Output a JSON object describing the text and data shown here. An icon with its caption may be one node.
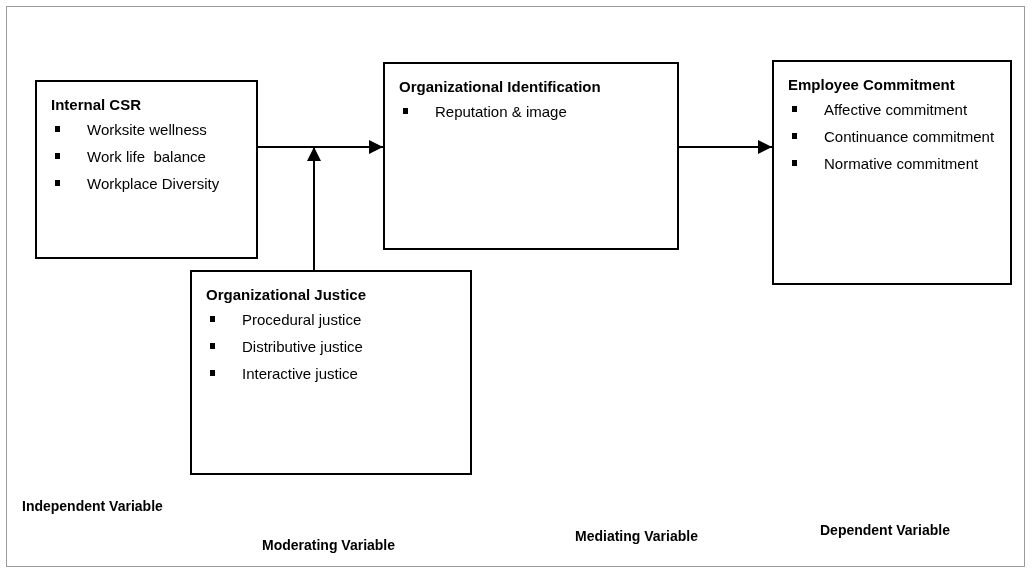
{
  "diagram": {
    "nodes": [
      {
        "text": [
          "Internal CSR",
          "Worksite wellness",
          "Work life  balance",
          "Workplace Diversity"
        ]
      },
      {
        "text": [
          "Organizational Identification",
          "Reputation & image"
        ]
      },
      {
        "text": [
          "Employee Commitment",
          "Affective commitment",
          "Continuance commitment",
          "Normative commitment"
        ]
      },
      {
        "text": [
          "Organizational Justice",
          "Procedural justice",
          "Distributive justice",
          "Interactive justice"
        ]
      }
    ],
    "edges": [
      {
        "from": 0,
        "to": 1,
        "arrow": "to"
      },
      {
        "from": 3,
        "to": null,
        "arrow": "to"
      },
      {
        "from": 1,
        "to": 2,
        "arrow": "to"
      }
    ],
    "labels": [
      "Independent Variable",
      "Moderating Variable",
      "Mediating Variable",
      "Dependent Variable"
    ]
  }
}
